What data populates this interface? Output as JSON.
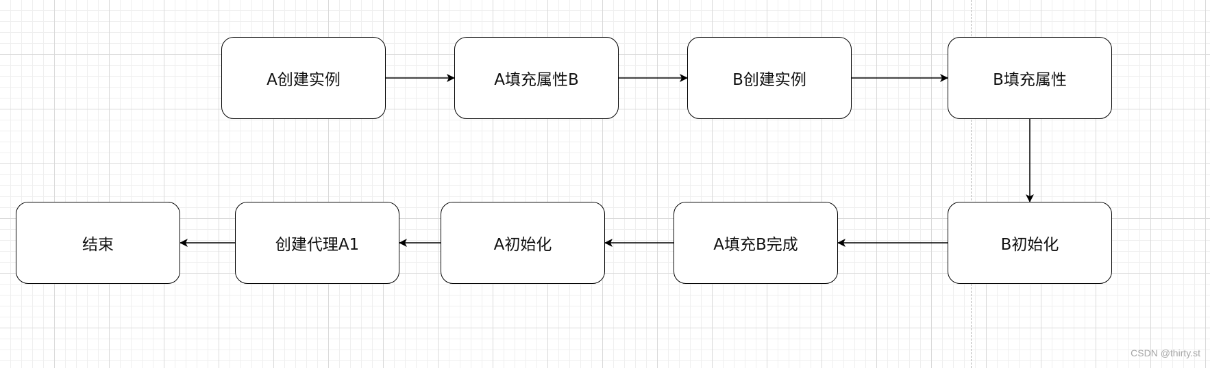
{
  "diagram": {
    "nodes": [
      {
        "id": "n1",
        "label": "A创建实例"
      },
      {
        "id": "n2",
        "label": "A填充属性B"
      },
      {
        "id": "n3",
        "label": "B创建实例"
      },
      {
        "id": "n4",
        "label": "B填充属性"
      },
      {
        "id": "n5",
        "label": "B初始化"
      },
      {
        "id": "n6",
        "label": "A填充B完成"
      },
      {
        "id": "n7",
        "label": "A初始化"
      },
      {
        "id": "n8",
        "label": "创建代理A1"
      },
      {
        "id": "n9",
        "label": "结束"
      }
    ],
    "edges": [
      {
        "from": "A创建实例",
        "to": "A填充属性B"
      },
      {
        "from": "A填充属性B",
        "to": "B创建实例"
      },
      {
        "from": "B创建实例",
        "to": "B填充属性"
      },
      {
        "from": "B填充属性",
        "to": "B初始化"
      },
      {
        "from": "B初始化",
        "to": "A填充B完成"
      },
      {
        "from": "A填充B完成",
        "to": "A初始化"
      },
      {
        "from": "A初始化",
        "to": "创建代理A1"
      },
      {
        "from": "创建代理A1",
        "to": "结束"
      }
    ]
  },
  "watermark": "CSDN @thirty.st",
  "colors": {
    "stroke": "#000000",
    "node_fill": "#ffffff",
    "grid": "#d9d9d9",
    "page_break": "#b8b8b8",
    "watermark": "#a6a6a6"
  }
}
